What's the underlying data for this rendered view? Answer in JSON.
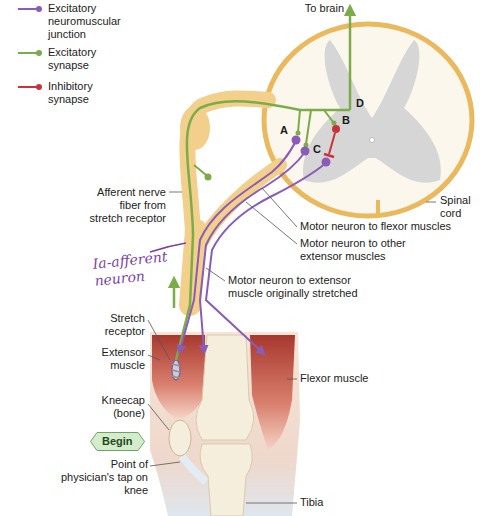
{
  "diagram": {
    "nodes": [
      {
        "text": [
          "Begin"
        ]
      }
    ],
    "labels": [
      "To brain",
      "A",
      "B",
      "C",
      "D",
      "Afferent nerve fiber from stretch receptor",
      "Spinal cord",
      "Motor neuron to flexor muscles",
      "Motor neuron to other extensor muscles",
      "Motor neuron to extensor muscle originally stretched",
      "Ia-afferent neuron",
      "Stretch receptor",
      "Extensor muscle",
      "Kneecap (bone)",
      "Point of physician's tap on knee",
      "Flexor muscle",
      "Tibia"
    ],
    "legend": [
      {
        "text": "Excitatory neuromuscular junction"
      },
      {
        "text": "Excitatory synapse"
      },
      {
        "text": "Inhibitory synapse"
      }
    ]
  }
}
